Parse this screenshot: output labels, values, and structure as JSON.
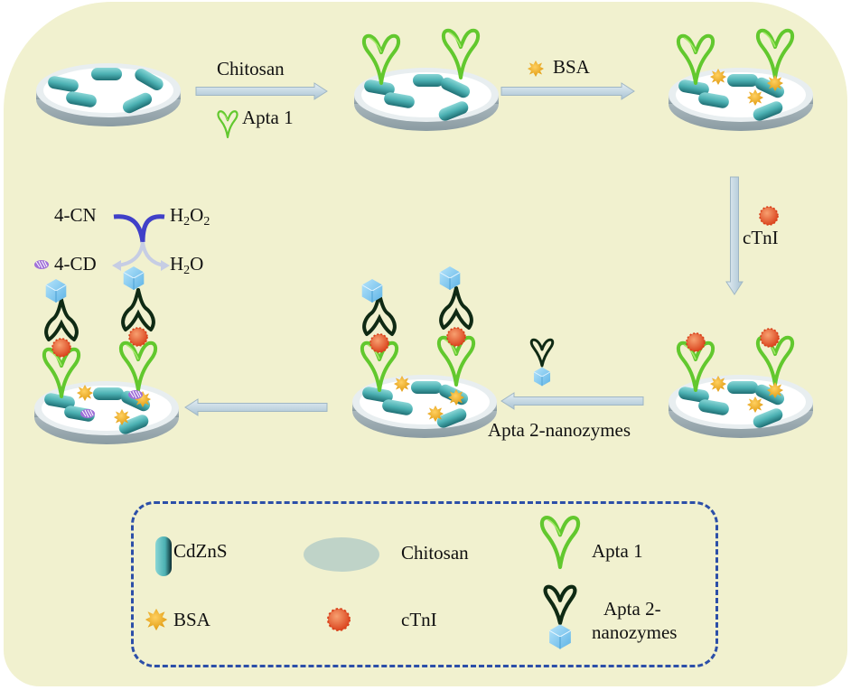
{
  "figure": {
    "type": "assay-scheme",
    "background_color": "#f1f1cf",
    "steps": [
      {
        "from": "bare electrode",
        "to": "aptamer-modified electrode",
        "reagents": [
          "Chitosan",
          "Apta 1"
        ]
      },
      {
        "from": "aptamer-modified electrode",
        "to": "blocked electrode",
        "reagents": [
          "BSA"
        ]
      },
      {
        "from": "blocked electrode",
        "to": "target-captured electrode",
        "reagents": [
          "cTnI"
        ]
      },
      {
        "from": "target-captured electrode",
        "to": "sandwich electrode",
        "reagents": [
          "Apta 2-nanozymes"
        ]
      },
      {
        "from": "sandwich electrode",
        "to": "signal electrode",
        "reagents": []
      }
    ]
  },
  "arrows": {
    "step1_top": "Chitosan",
    "step1_bottom": "Apta 1",
    "step2": "BSA",
    "step3": "cTnI",
    "step4": "Apta 2-nanozymes"
  },
  "reaction": {
    "reactant1": "4-CN",
    "reactant2_base": "H",
    "reactant2_sub1": "2",
    "reactant2_mid": "O",
    "reactant2_sub2": "2",
    "product1": "4-CD",
    "product2_base": "H",
    "product2_sub": "2",
    "product2_end": "O"
  },
  "legend": {
    "items": [
      {
        "icon": "cdzns-rod-icon",
        "label": "CdZnS"
      },
      {
        "icon": "chitosan-ellipse-icon",
        "label": "Chitosan"
      },
      {
        "icon": "apta1-icon",
        "label": "Apta 1"
      },
      {
        "icon": "bsa-icon",
        "label": "BSA"
      },
      {
        "icon": "ctni-icon",
        "label": "cTnI"
      },
      {
        "icon": "apta2-nanozyme-icon",
        "label_line1": "Apta 2-",
        "label_line2": "nanozymes"
      }
    ]
  },
  "colors": {
    "apta1": "#6fd238",
    "apta2": "#0f2a14",
    "cdzns": "#4fb3b5",
    "bsa": "#f0b020",
    "ctni": "#e8582a",
    "nanozyme": "#8fd0f0",
    "arrow": "#c9dbe6",
    "legend_border": "#2c4fa8",
    "reaction_curve": "#4040c8",
    "product_4cd": "#a070d8"
  }
}
